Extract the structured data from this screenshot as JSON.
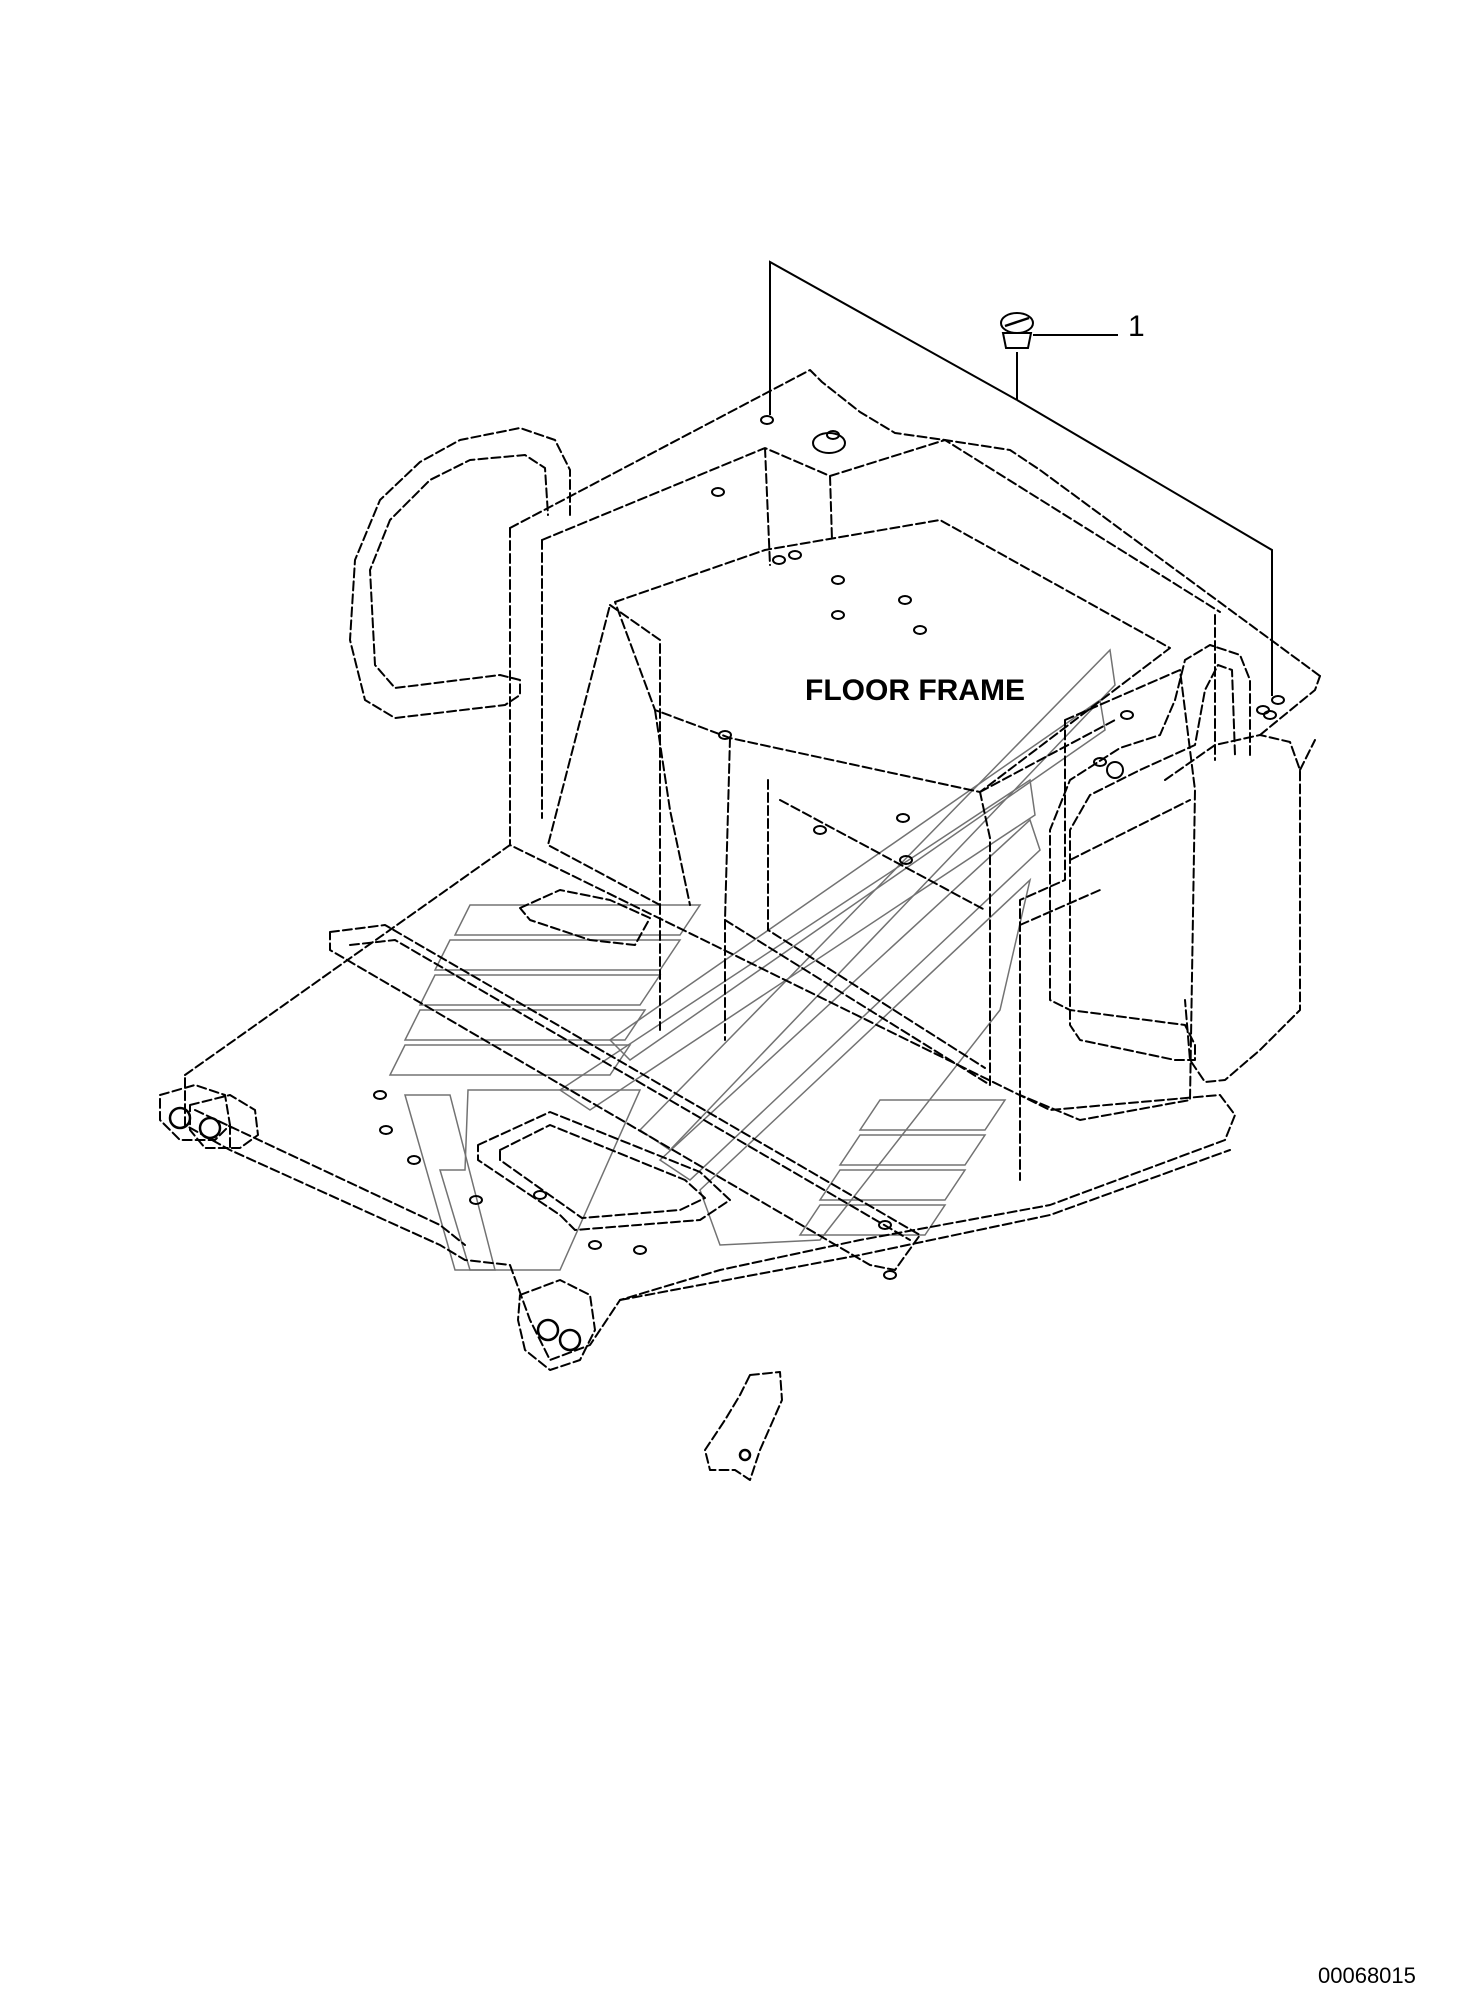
{
  "labels": {
    "frame_label": "FLOOR FRAME",
    "callout_number": "1",
    "drawing_code": "00068015"
  },
  "icons": {
    "part": "countersunk-screw-icon",
    "watermark": "striped-logo-watermark"
  },
  "colors": {
    "line": "#000000",
    "background": "#ffffff",
    "watermark": "#000000"
  }
}
